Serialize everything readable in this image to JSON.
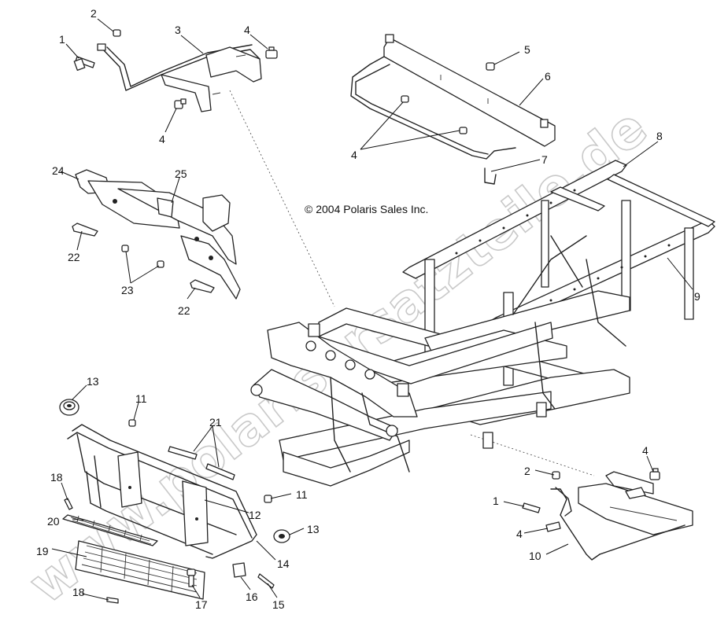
{
  "copyright": "© 2004 Polaris Sales Inc.",
  "watermark": "www.polarisersatzteile.de",
  "callouts": {
    "c1a": "1",
    "c2a": "2",
    "c3": "3",
    "c4a": "4",
    "c4b": "4",
    "c4c": "4",
    "c5": "5",
    "c6": "6",
    "c7": "7",
    "c8": "8",
    "c9": "9",
    "c10": "10",
    "c11a": "11",
    "c11b": "11",
    "c12": "12",
    "c13a": "13",
    "c13b": "13",
    "c14": "14",
    "c15": "15",
    "c16": "16",
    "c17": "17",
    "c18a": "18",
    "c18b": "18",
    "c19": "19",
    "c20": "20",
    "c21": "21",
    "c22a": "22",
    "c22b": "22",
    "c23": "23",
    "c24": "24",
    "c25": "25",
    "c2b": "2",
    "c1b": "1",
    "c4d": "4"
  }
}
